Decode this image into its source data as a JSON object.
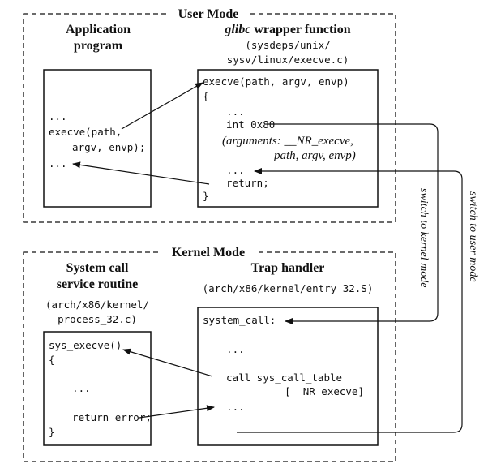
{
  "user_mode": {
    "label": "User Mode",
    "application": {
      "title_line1": "Application",
      "title_line2": "program",
      "code": [
        "...",
        "execve(path,",
        "  argv, envp);",
        "..."
      ]
    },
    "glibc": {
      "title_italic": "glibc",
      "title_rest": " wrapper function",
      "path_line1": "(sysdeps/unix/",
      "path_line2": "sysv/linux/execve.c)",
      "code": [
        "execve(path, argv, envp)",
        "{",
        "  ...",
        "  int 0x80",
        "  ...",
        "  return;",
        "}"
      ],
      "args_line1": "(arguments: __NR_execve,",
      "args_line2": "path, argv, envp)"
    }
  },
  "kernel_mode": {
    "label": "Kernel Mode",
    "service": {
      "title_line1": "System call",
      "title_line2": "service routine",
      "path_line1": "(arch/x86/kernel/",
      "path_line2": "process_32.c)",
      "code": [
        "sys_execve()",
        "{",
        "  ...",
        "  return error;",
        "}"
      ]
    },
    "trap": {
      "title": "Trap handler",
      "path": "(arch/x86/kernel/entry_32.S)",
      "code": [
        "system_call:",
        "  ...",
        "  call sys_call_table",
        "      [__NR_execve]",
        "  ..."
      ]
    }
  },
  "side_labels": {
    "to_kernel": "switch to kernel mode",
    "to_user": "switch to user mode"
  }
}
